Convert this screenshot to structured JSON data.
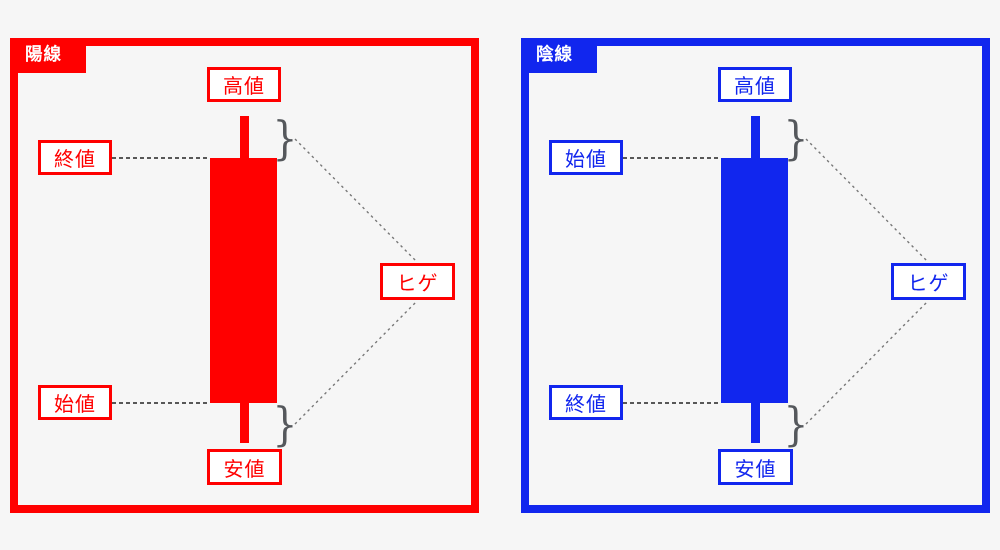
{
  "colors": {
    "background": "#f6f6f6",
    "bullish_red": "#ff0000",
    "bearish_blue": "#1126ee",
    "label_fill": "#ffffff",
    "brace_gray": "#55585c",
    "connector_dark": "#222222",
    "connector_light": "#777777"
  },
  "panels": [
    {
      "tab": "陽線",
      "labels": {
        "top": "高値",
        "upper_left": "終値",
        "lower_left": "始値",
        "bottom": "安値",
        "wick": "ヒゲ"
      }
    },
    {
      "tab": "陰線",
      "labels": {
        "top": "高値",
        "upper_left": "始値",
        "lower_left": "終値",
        "bottom": "安値",
        "wick": "ヒゲ"
      }
    }
  ]
}
